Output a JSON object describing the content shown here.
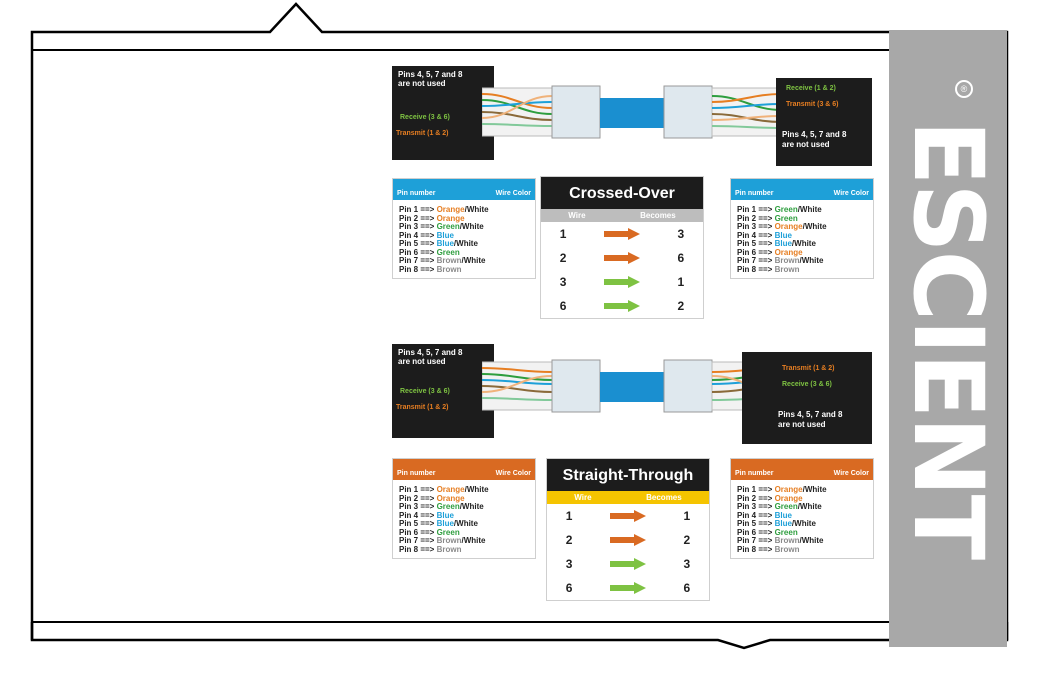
{
  "brand": {
    "name": "ESCIENT",
    "reg_mark": "®"
  },
  "colors": {
    "black": "#1c1c1c",
    "blue": "#1ea0d8",
    "orange": "#d96a22",
    "green": "#7ec242",
    "yellow": "#f5c400",
    "grey": "#a8a8a8"
  },
  "top_section": {
    "left_note": [
      "Pins 4, 5, 7 and 8",
      "are not used"
    ],
    "left_receive": "Receive (3 & 6)",
    "left_transmit": "Transmit (1 & 2)",
    "right_receive": "Receive (1 & 2)",
    "right_transmit": "Transmit (3 & 6)",
    "right_note": [
      "Pins 4, 5, 7 and 8",
      "are not used"
    ],
    "left_table": {
      "header": [
        "Pin number",
        "Wire Color"
      ],
      "rows": [
        {
          "pin": "Pin 1 ==> ",
          "color": "Orange",
          "suffix": "/White",
          "hex": "#e67e22"
        },
        {
          "pin": "Pin 2 ==> ",
          "color": "Orange",
          "suffix": "",
          "hex": "#e67e22"
        },
        {
          "pin": "Pin 3 ==> ",
          "color": "Green",
          "suffix": "/White",
          "hex": "#2e9e3e"
        },
        {
          "pin": "Pin 4 ==> ",
          "color": "Blue",
          "suffix": "",
          "hex": "#1ea0d8"
        },
        {
          "pin": "Pin 5 ==> ",
          "color": "Blue",
          "suffix": "/White",
          "hex": "#1ea0d8"
        },
        {
          "pin": "Pin 6 ==> ",
          "color": "Green",
          "suffix": "",
          "hex": "#2e9e3e"
        },
        {
          "pin": "Pin 7 ==> ",
          "color": "Brown",
          "suffix": "/White",
          "hex": "#8a8a8a"
        },
        {
          "pin": "Pin 8 ==> ",
          "color": "Brown",
          "suffix": "",
          "hex": "#8a8a8a"
        }
      ]
    },
    "map": {
      "title": "Crossed-Over",
      "sub": [
        "Wire",
        "Becomes"
      ],
      "rows": [
        {
          "from": "1",
          "to": "3",
          "arrow": "#d96a22"
        },
        {
          "from": "2",
          "to": "6",
          "arrow": "#d96a22"
        },
        {
          "from": "3",
          "to": "1",
          "arrow": "#7ec242"
        },
        {
          "from": "6",
          "to": "2",
          "arrow": "#7ec242"
        }
      ]
    },
    "right_table": {
      "header": [
        "Pin number",
        "Wire Color"
      ],
      "rows": [
        {
          "pin": "Pin 1 ==> ",
          "color": "Green",
          "suffix": "/White",
          "hex": "#2e9e3e"
        },
        {
          "pin": "Pin 2 ==> ",
          "color": "Green",
          "suffix": "",
          "hex": "#2e9e3e"
        },
        {
          "pin": "Pin 3 ==> ",
          "color": "Orange",
          "suffix": "/White",
          "hex": "#e67e22"
        },
        {
          "pin": "Pin 4 ==> ",
          "color": "Blue",
          "suffix": "",
          "hex": "#1ea0d8"
        },
        {
          "pin": "Pin 5 ==> ",
          "color": "Blue",
          "suffix": "/White",
          "hex": "#1ea0d8"
        },
        {
          "pin": "Pin 6 ==> ",
          "color": "Orange",
          "suffix": "",
          "hex": "#e67e22"
        },
        {
          "pin": "Pin 7 ==> ",
          "color": "Brown",
          "suffix": "/White",
          "hex": "#8a8a8a"
        },
        {
          "pin": "Pin 8 ==> ",
          "color": "Brown",
          "suffix": "",
          "hex": "#8a8a8a"
        }
      ]
    }
  },
  "bottom_section": {
    "left_note": [
      "Pins 4, 5, 7 and 8",
      "are not used"
    ],
    "left_receive": "Receive (3 & 6)",
    "left_transmit": "Transmit (1 & 2)",
    "right_transmit": "Transmit (1 & 2)",
    "right_receive": "Receive (3 & 6)",
    "right_note": [
      "Pins 4, 5, 7 and 8",
      "are not used"
    ],
    "left_table": {
      "header": [
        "Pin number",
        "Wire Color"
      ],
      "rows": [
        {
          "pin": "Pin 1 ==> ",
          "color": "Orange",
          "suffix": "/White",
          "hex": "#e67e22"
        },
        {
          "pin": "Pin 2 ==> ",
          "color": "Orange",
          "suffix": "",
          "hex": "#e67e22"
        },
        {
          "pin": "Pin 3 ==> ",
          "color": "Green",
          "suffix": "/White",
          "hex": "#2e9e3e"
        },
        {
          "pin": "Pin 4 ==> ",
          "color": "Blue",
          "suffix": "",
          "hex": "#1ea0d8"
        },
        {
          "pin": "Pin 5 ==> ",
          "color": "Blue",
          "suffix": "/White",
          "hex": "#1ea0d8"
        },
        {
          "pin": "Pin 6 ==> ",
          "color": "Green",
          "suffix": "",
          "hex": "#2e9e3e"
        },
        {
          "pin": "Pin 7 ==> ",
          "color": "Brown",
          "suffix": "/White",
          "hex": "#8a8a8a"
        },
        {
          "pin": "Pin 8 ==> ",
          "color": "Brown",
          "suffix": "",
          "hex": "#8a8a8a"
        }
      ]
    },
    "map": {
      "title": "Straight-Through",
      "sub": [
        "Wire",
        "Becomes"
      ],
      "rows": [
        {
          "from": "1",
          "to": "1",
          "arrow": "#d96a22"
        },
        {
          "from": "2",
          "to": "2",
          "arrow": "#d96a22"
        },
        {
          "from": "3",
          "to": "3",
          "arrow": "#7ec242"
        },
        {
          "from": "6",
          "to": "6",
          "arrow": "#7ec242"
        }
      ]
    },
    "right_table": {
      "header": [
        "Pin number",
        "Wire Color"
      ],
      "rows": [
        {
          "pin": "Pin 1 ==> ",
          "color": "Orange",
          "suffix": "/White",
          "hex": "#e67e22"
        },
        {
          "pin": "Pin 2 ==> ",
          "color": "Orange",
          "suffix": "",
          "hex": "#e67e22"
        },
        {
          "pin": "Pin 3 ==> ",
          "color": "Green",
          "suffix": "/White",
          "hex": "#2e9e3e"
        },
        {
          "pin": "Pin 4 ==> ",
          "color": "Blue",
          "suffix": "",
          "hex": "#1ea0d8"
        },
        {
          "pin": "Pin 5 ==> ",
          "color": "Blue",
          "suffix": "/White",
          "hex": "#1ea0d8"
        },
        {
          "pin": "Pin 6 ==> ",
          "color": "Green",
          "suffix": "",
          "hex": "#2e9e3e"
        },
        {
          "pin": "Pin 7 ==> ",
          "color": "Brown",
          "suffix": "/White",
          "hex": "#8a8a8a"
        },
        {
          "pin": "Pin 8 ==> ",
          "color": "Brown",
          "suffix": "",
          "hex": "#8a8a8a"
        }
      ]
    }
  }
}
